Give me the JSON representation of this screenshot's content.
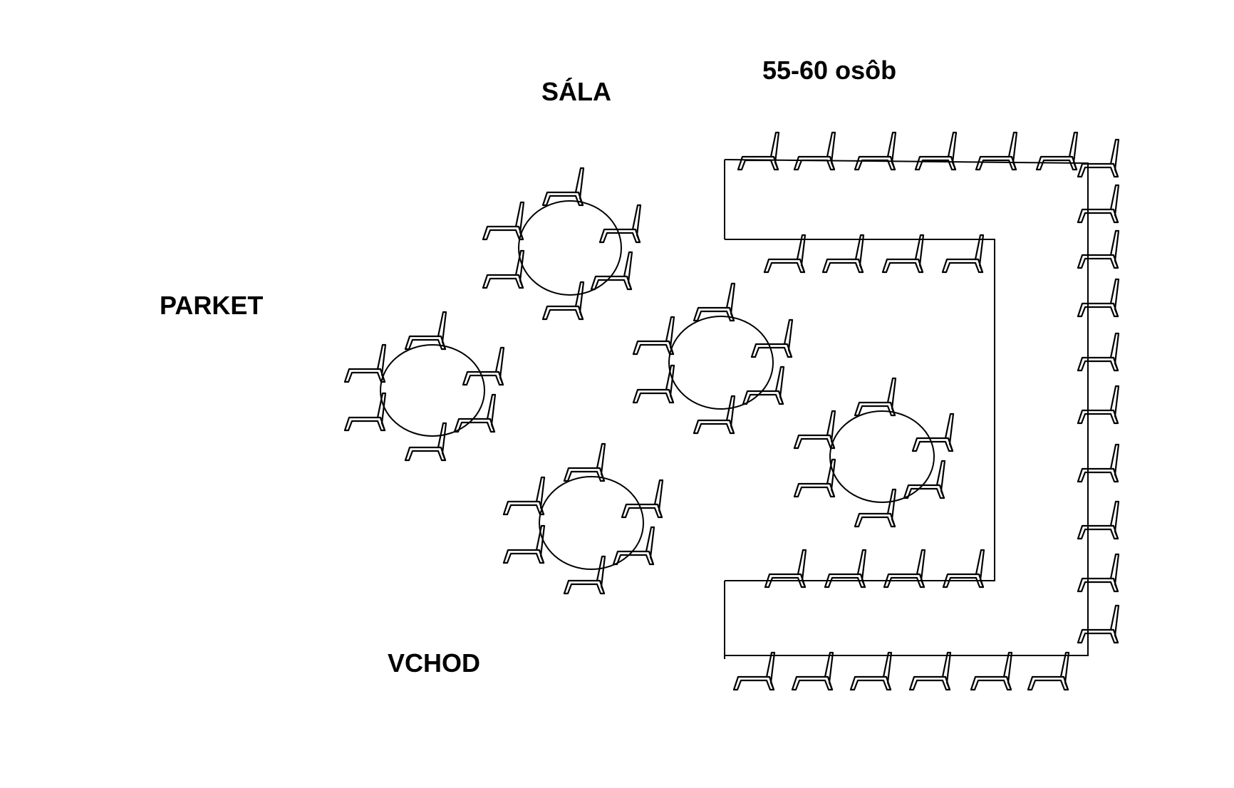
{
  "labels": {
    "capacity": "55-60 osôb",
    "room": "SÁLA",
    "dancefloor": "PARKET",
    "entrance": "VCHOD"
  },
  "layout": {
    "round_tables": 5,
    "chairs_per_round_table": 6,
    "u_table_outer_chairs": 22,
    "u_table_inner_chairs": 8
  }
}
